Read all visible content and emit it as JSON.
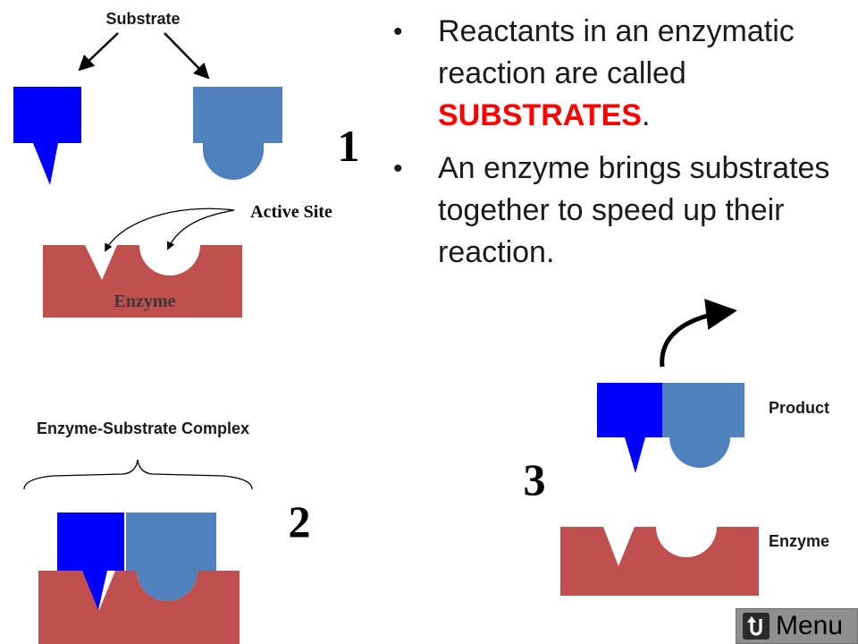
{
  "labels": {
    "substrate": "Substrate",
    "active_site": "Active Site",
    "enzyme_step1": "Enzyme",
    "complex": "Enzyme-Substrate Complex",
    "product": "Product",
    "enzyme_step3": "Enzyme"
  },
  "steps": {
    "one": "1",
    "two": "2",
    "three": "3"
  },
  "bullets": [
    {
      "text_before": "Reactants in an enzymatic reaction are called ",
      "highlight": "SUBSTRATES",
      "text_after": "."
    },
    {
      "text_before": "An enzyme brings substrates together to speed up their reaction.",
      "highlight": "",
      "text_after": ""
    }
  ],
  "menu": {
    "label": "Menu",
    "icon": "u-turn-back-icon"
  },
  "colors": {
    "substrate_a": "#0000ff",
    "substrate_b": "#4f81bd",
    "enzyme": "#c0504d",
    "highlight": "#ff0000",
    "menu_bg": "#8f8f8f"
  }
}
